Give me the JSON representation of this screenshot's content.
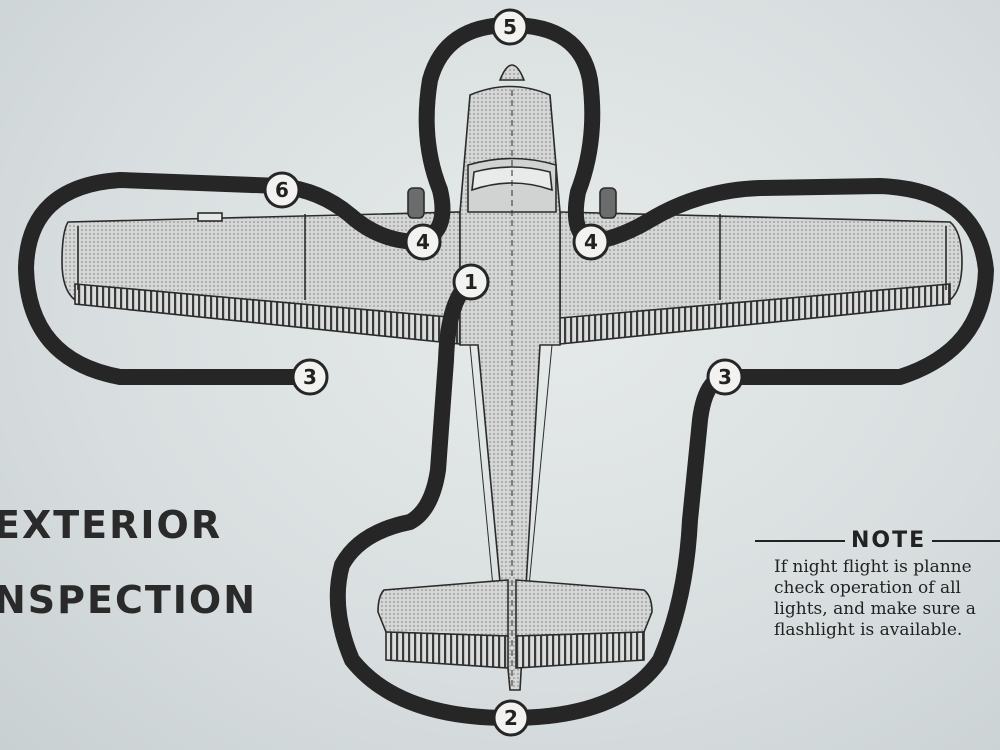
{
  "title": {
    "line1": "EXTERIOR",
    "line2": "NSPECTION"
  },
  "note": {
    "header": "NOTE",
    "lines": [
      "If night flight is planne",
      "check operation of all",
      "lights, and make sure a",
      "flashlight is available."
    ]
  },
  "markers": {
    "m1": "1",
    "m2": "2",
    "m3_left": "3",
    "m3_right": "3",
    "m4_left": "4",
    "m4_right": "4",
    "m5": "5",
    "m6": "6"
  },
  "colors": {
    "path": "#262626",
    "plane_fill": "#c9cccb",
    "outline": "#2b2b2b",
    "paper": "#dfe4e4"
  }
}
